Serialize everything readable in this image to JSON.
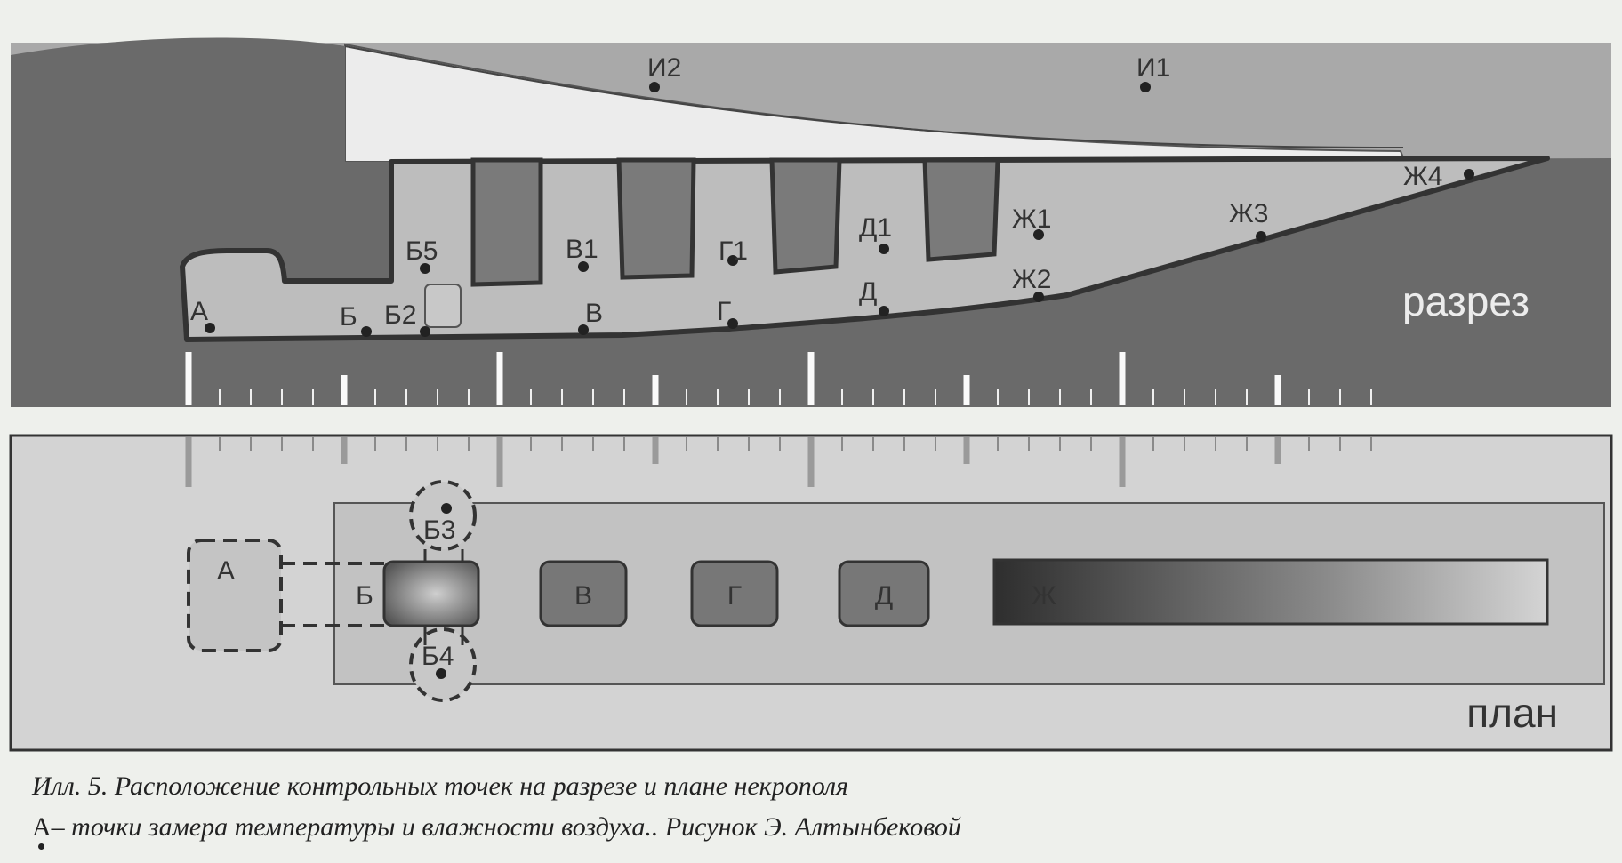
{
  "section": {
    "view_label": "разрез",
    "points": [
      {
        "id": "A",
        "label": "А"
      },
      {
        "id": "B",
        "label": "Б"
      },
      {
        "id": "B2",
        "label": "Б2"
      },
      {
        "id": "B5",
        "label": "Б5"
      },
      {
        "id": "V",
        "label": "В"
      },
      {
        "id": "V1",
        "label": "В1"
      },
      {
        "id": "G",
        "label": "Г"
      },
      {
        "id": "G1",
        "label": "Г1"
      },
      {
        "id": "D",
        "label": "Д"
      },
      {
        "id": "D1",
        "label": "Д1"
      },
      {
        "id": "Zh1",
        "label": "Ж1"
      },
      {
        "id": "Zh2",
        "label": "Ж2"
      },
      {
        "id": "Zh3",
        "label": "Ж3"
      },
      {
        "id": "Zh4",
        "label": "Ж4"
      },
      {
        "id": "I1",
        "label": "И1"
      },
      {
        "id": "I2",
        "label": "И2"
      }
    ]
  },
  "plan": {
    "view_label": "план",
    "chambers": [
      {
        "id": "A",
        "label": "А"
      },
      {
        "id": "B",
        "label": "Б"
      },
      {
        "id": "V",
        "label": "В"
      },
      {
        "id": "G",
        "label": "Г"
      },
      {
        "id": "D",
        "label": "Д"
      },
      {
        "id": "Zh",
        "label": "Ж"
      }
    ],
    "points": [
      {
        "id": "B3",
        "label": "Б3"
      },
      {
        "id": "B4",
        "label": "Б4"
      }
    ]
  },
  "caption": {
    "line1": "Илл. 5. Расположение контрольных точек на разрезе и плане некрополя",
    "legend_symbol": "А",
    "line2": "– точки замера температуры и влажности воздуха.. Рисунок Э. Алтынбековой"
  },
  "colors": {
    "background": "#eef0ec",
    "earth": "#6a6a6a",
    "space": "#bcbcbc",
    "pillar": "#7a7a7a",
    "outline": "#3a3a3a",
    "scale": "#fafafa"
  }
}
